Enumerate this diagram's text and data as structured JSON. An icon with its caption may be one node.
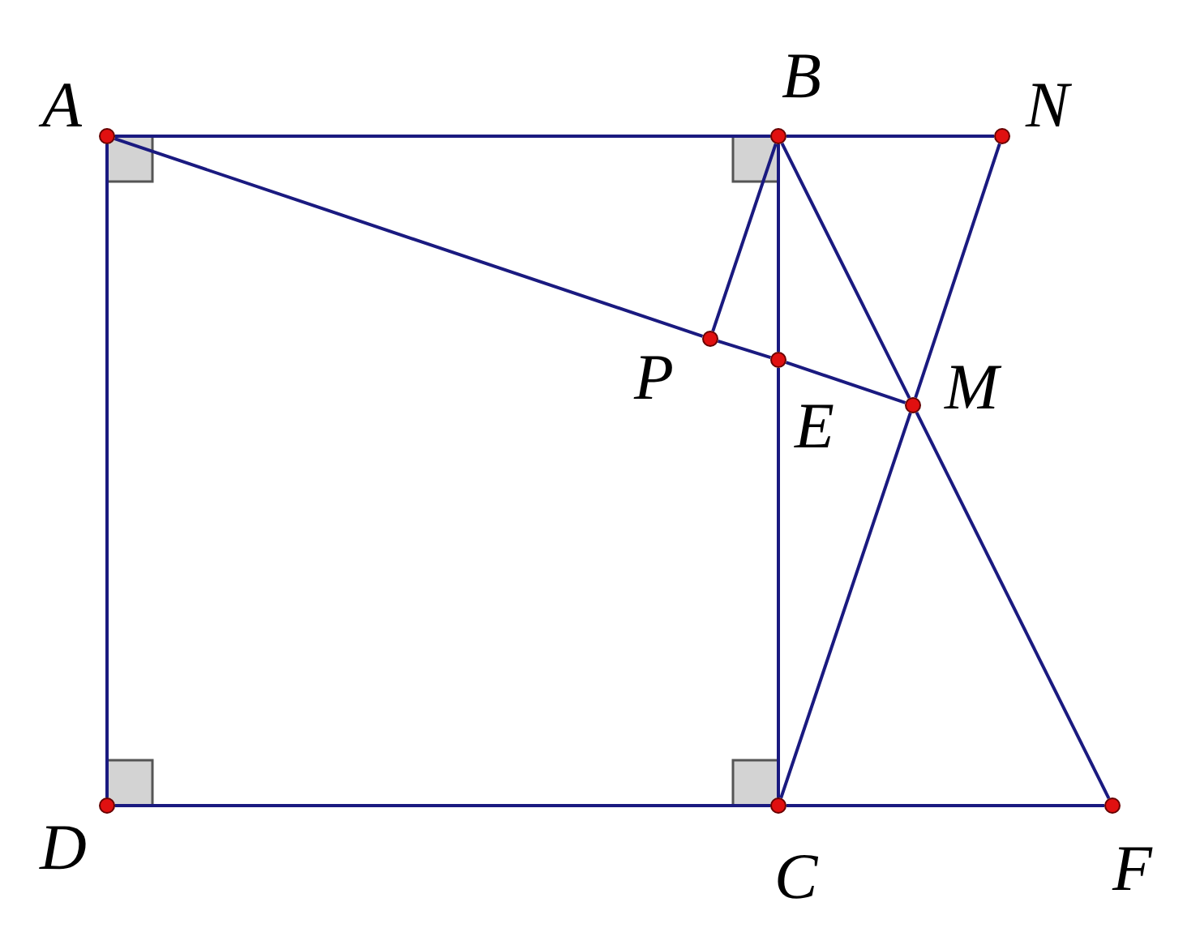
{
  "diagram": {
    "nodes": [
      {
        "text": [
          "A"
        ]
      },
      {
        "text": [
          "B"
        ]
      },
      {
        "text": [
          "N"
        ]
      },
      {
        "text": [
          "P"
        ]
      },
      {
        "text": [
          "E"
        ]
      },
      {
        "text": [
          "M"
        ]
      },
      {
        "text": [
          "D"
        ]
      },
      {
        "text": [
          "C"
        ]
      },
      {
        "text": [
          "F"
        ]
      }
    ],
    "edges": [
      {
        "from": 0,
        "to": 1,
        "arrow": "none"
      },
      {
        "from": 1,
        "to": 2,
        "arrow": "none"
      },
      {
        "from": 0,
        "to": 6,
        "arrow": "none"
      },
      {
        "from": 6,
        "to": 7,
        "arrow": "none"
      },
      {
        "from": 7,
        "to": 8,
        "arrow": "none"
      },
      {
        "from": 1,
        "to": 4,
        "arrow": "none"
      },
      {
        "from": 4,
        "to": 7,
        "arrow": "none"
      },
      {
        "from": 0,
        "to": 3,
        "arrow": "none"
      },
      {
        "from": 3,
        "to": 4,
        "arrow": "none"
      },
      {
        "from": 4,
        "to": 5,
        "arrow": "none"
      },
      {
        "from": 1,
        "to": 3,
        "arrow": "none"
      },
      {
        "from": 1,
        "to": 5,
        "arrow": "none"
      },
      {
        "from": 5,
        "to": 8,
        "arrow": "none"
      },
      {
        "from": 2,
        "to": 5,
        "arrow": "none"
      },
      {
        "from": 5,
        "to": 7,
        "arrow": "none"
      }
    ]
  }
}
